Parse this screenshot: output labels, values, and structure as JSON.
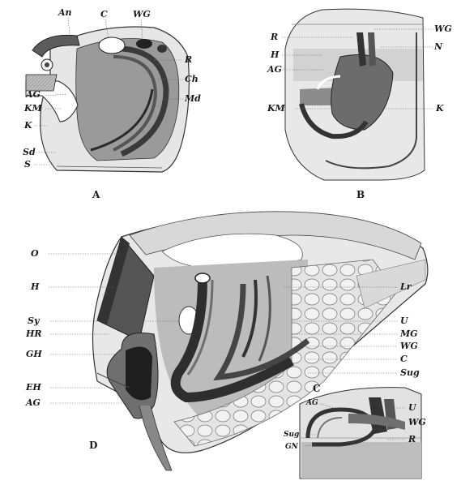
{
  "panels": {
    "A": {
      "caption": "A",
      "labels": {
        "An": "An",
        "C": "C",
        "WG": "WG",
        "R": "R",
        "Ch": "Ch",
        "Md": "Md",
        "AG": "AG",
        "KM": "KM",
        "K": "K",
        "Sd": "Sd",
        "S": "S"
      }
    },
    "B": {
      "caption": "B",
      "labels": {
        "R": "R",
        "WG": "WG",
        "H": "H",
        "N": "N",
        "AG": "AG",
        "KM": "KM",
        "K": "K"
      }
    },
    "C": {
      "caption": "C",
      "labels": {
        "AG": "AG",
        "U": "U",
        "WG": "WG",
        "Sug": "Sug",
        "GN": "GN",
        "R": "R"
      }
    },
    "D": {
      "caption": "D",
      "labels": {
        "O": "O",
        "H": "H",
        "Lr": "Lr",
        "Sy": "Sy",
        "U": "U",
        "HR": "HR",
        "MG": "MG",
        "WG": "WG",
        "GH": "GH",
        "C": "C",
        "Sug": "Sug",
        "EH": "EH",
        "AG": "AG"
      }
    }
  }
}
